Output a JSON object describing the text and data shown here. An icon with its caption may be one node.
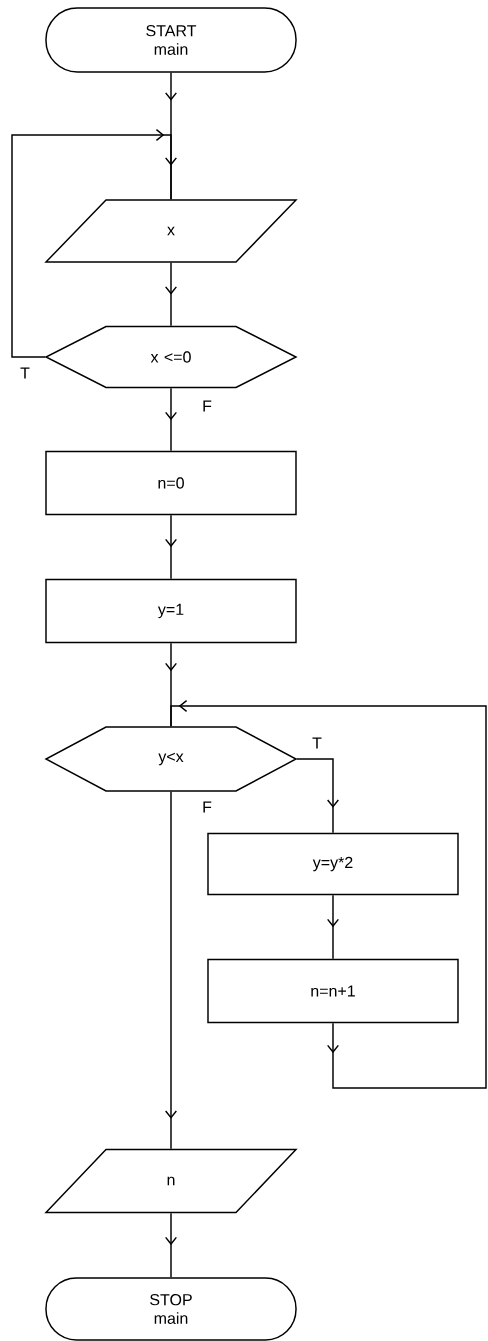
{
  "diagram": {
    "nodes": [
      {
        "text": [
          "START main"
        ]
      },
      {
        "text": [
          "x"
        ]
      },
      {
        "text": [
          "x <=0"
        ]
      },
      {
        "text": [
          "n=0"
        ]
      },
      {
        "text": [
          "y=1"
        ]
      },
      {
        "text": [
          "y<x"
        ]
      },
      {
        "text": [
          "y=y*2"
        ]
      },
      {
        "text": [
          "n=n+1"
        ]
      },
      {
        "text": [
          "n"
        ]
      },
      {
        "text": [
          "STOP main"
        ]
      }
    ],
    "edges": [
      {
        "from": 0,
        "to": 1,
        "arrow": "to"
      },
      {
        "from": 1,
        "to": 2,
        "arrow": "to"
      },
      {
        "from": 2,
        "to": 1,
        "arrow": "to",
        "label": "T"
      },
      {
        "from": 2,
        "to": 3,
        "arrow": "to",
        "label": "F"
      },
      {
        "from": 3,
        "to": 4,
        "arrow": "to"
      },
      {
        "from": 4,
        "to": 5,
        "arrow": "to"
      },
      {
        "from": 5,
        "to": 6,
        "arrow": "to",
        "label": "T"
      },
      {
        "from": 6,
        "to": 7,
        "arrow": "to"
      },
      {
        "from": 7,
        "to": 5,
        "arrow": "to"
      },
      {
        "from": 5,
        "to": 8,
        "arrow": "to",
        "label": "F"
      },
      {
        "from": 8,
        "to": 9,
        "arrow": "to"
      }
    ]
  }
}
